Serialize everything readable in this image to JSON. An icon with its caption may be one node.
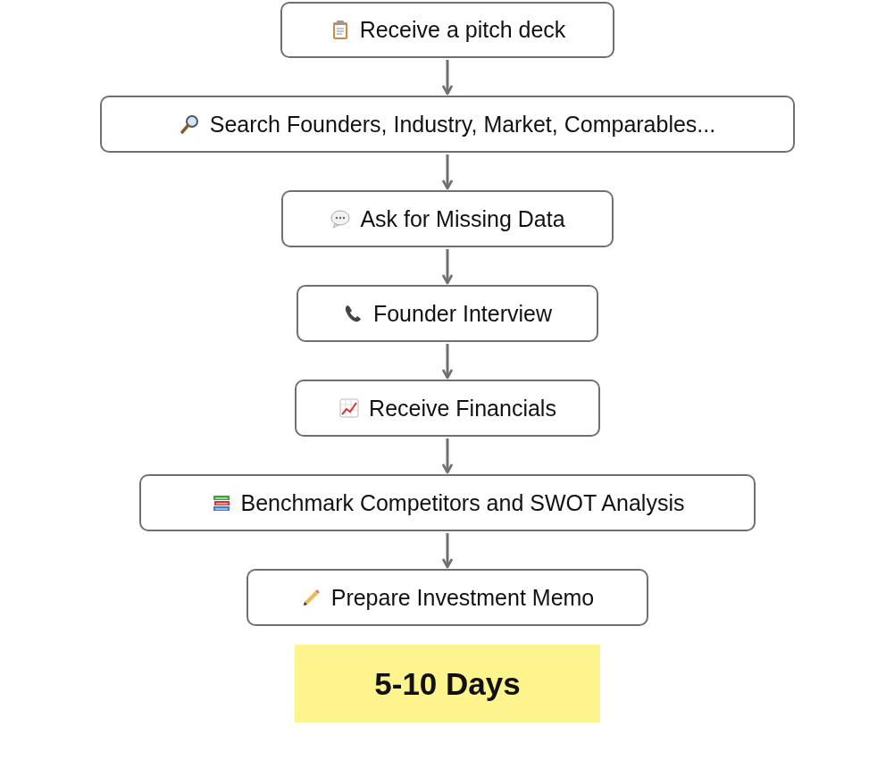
{
  "diagram": {
    "nodes": [
      {
        "text": [
          "Receive a pitch deck"
        ]
      },
      {
        "text": [
          "Search Founders, Industry, Market, Comparables..."
        ]
      },
      {
        "text": [
          "Ask for Missing Data"
        ]
      },
      {
        "text": [
          "Founder Interview"
        ]
      },
      {
        "text": [
          "Receive Financials"
        ]
      },
      {
        "text": [
          "Benchmark Competitors and SWOT Analysis"
        ]
      },
      {
        "text": [
          "Prepare Investment Memo"
        ]
      },
      {
        "text": [
          "5-10 Days"
        ]
      }
    ],
    "edges": [
      {
        "from": 0,
        "to": 1,
        "arrow": "to"
      },
      {
        "from": 1,
        "to": 2,
        "arrow": "to"
      },
      {
        "from": 2,
        "to": 3,
        "arrow": "to"
      },
      {
        "from": 3,
        "to": 4,
        "arrow": "to"
      },
      {
        "from": 4,
        "to": 5,
        "arrow": "to"
      },
      {
        "from": 5,
        "to": 6,
        "arrow": "to"
      }
    ]
  }
}
